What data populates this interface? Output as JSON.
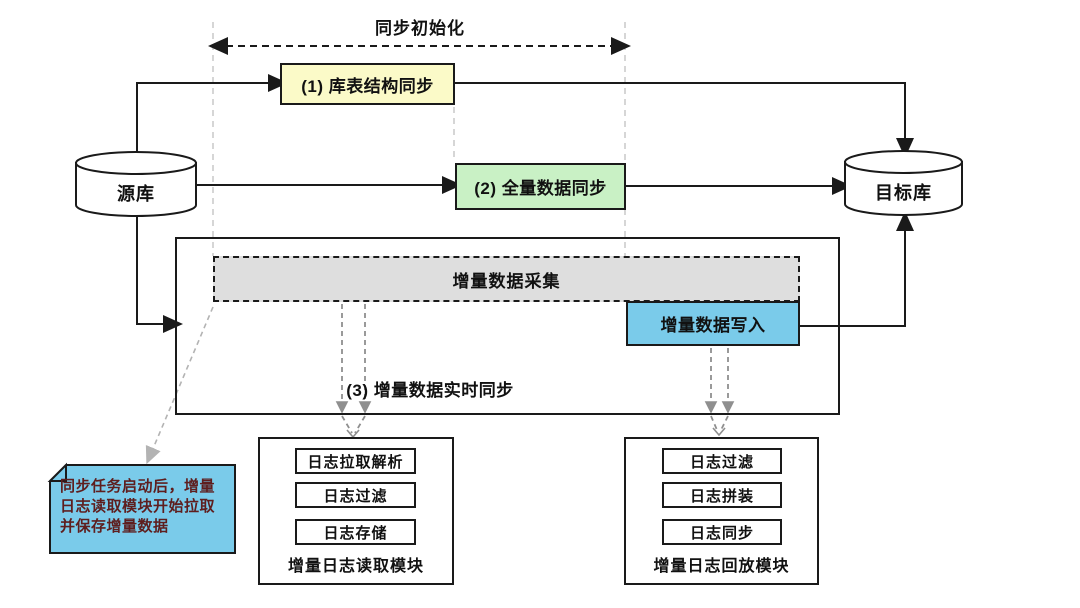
{
  "header": {
    "init_phase_label": "同步初始化"
  },
  "nodes": {
    "source_db": "源库",
    "target_db": "目标库",
    "step1": "(1) 库表结构同步",
    "step2": "(2) 全量数据同步",
    "step3": "(3) 增量数据实时同步",
    "incr_collect": "增量数据采集",
    "incr_write": "增量数据写入"
  },
  "note": {
    "text": "同步任务启动后，增量日志读取模块开始拉取并保存增量数据"
  },
  "reader_module": {
    "label": "增量日志读取模块",
    "steps": [
      "日志拉取解析",
      "日志过滤",
      "日志存储"
    ]
  },
  "replay_module": {
    "label": "增量日志回放模块",
    "steps": [
      "日志过滤",
      "日志拼装",
      "日志同步"
    ]
  },
  "colors": {
    "yellow_fill": "#FBFAC8",
    "green_fill": "#C9F1C5",
    "gray_fill": "#DEDEDE",
    "blue_fill": "#7ACBEA",
    "note_text": "#5E1E1E",
    "line_black": "#1A1A1A",
    "marker_dash_gray": "#C9C9C9",
    "arrow_gray": "#8F8F8F",
    "note_arrow_gray": "#B3B3B3"
  }
}
